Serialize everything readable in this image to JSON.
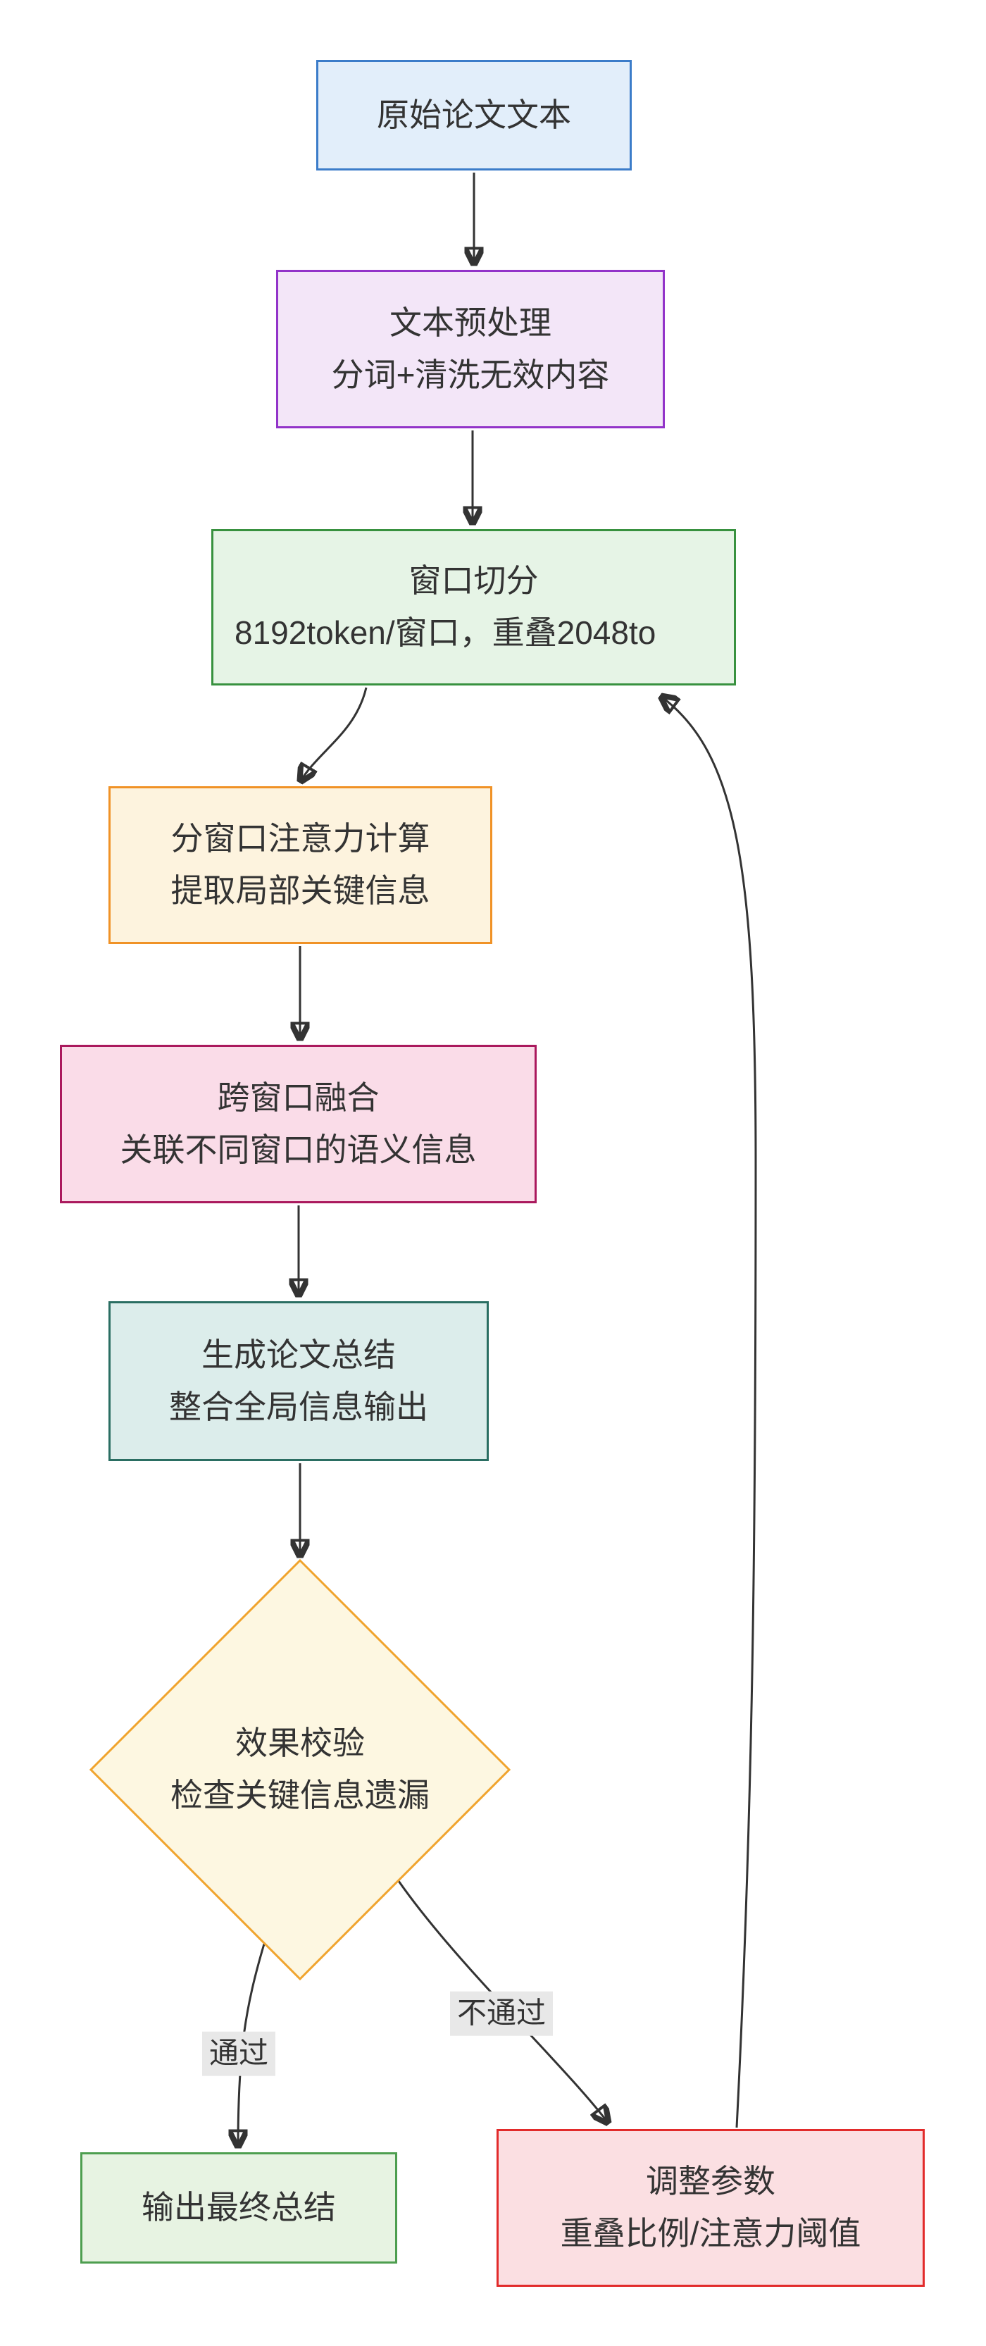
{
  "diagram_type": "flowchart",
  "background": "#ffffff",
  "nodes": {
    "raw_text": {
      "label": "原始论文文本",
      "fill": "#e2eefa",
      "border": "#3b7cc9"
    },
    "preprocess": {
      "line1": "文本预处理",
      "line2": "分词+清洗无效内容",
      "fill": "#f3e6f8",
      "border": "#9233c9"
    },
    "window_split": {
      "line1": "窗口切分",
      "line2": "8192token/窗口，重叠2048to",
      "fill": "#e6f4e6",
      "border": "#38913f"
    },
    "window_attention": {
      "line1": "分窗口注意力计算",
      "line2": "提取局部关键信息",
      "fill": "#fdf3de",
      "border": "#f09226"
    },
    "cross_window": {
      "line1": "跨窗口融合",
      "line2": "关联不同窗口的语义信息",
      "fill": "#fadce8",
      "border": "#aa195d"
    },
    "summary_gen": {
      "line1": "生成论文总结",
      "line2": "整合全局信息输出",
      "fill": "#dcedeb",
      "border": "#2a6e62"
    },
    "validation": {
      "line1": "效果校验",
      "line2": "检查关键信息遗漏",
      "fill": "#fdf7e1",
      "border": "#f0a42e"
    },
    "final_output": {
      "label": "输出最终总结",
      "fill": "#e7f3e2",
      "border": "#4d9e4f"
    },
    "adjust_params": {
      "line1": "调整参数",
      "line2": "重叠比例/注意力阈值",
      "fill": "#fbdfe2",
      "border": "#e22b2b"
    }
  },
  "edge_labels": {
    "pass": "通过",
    "fail": "不通过"
  },
  "edge_style": {
    "line_color": "#333333",
    "label_background": "#e8e8e8",
    "text_color": "#333333",
    "arrow_color": "#333333"
  }
}
